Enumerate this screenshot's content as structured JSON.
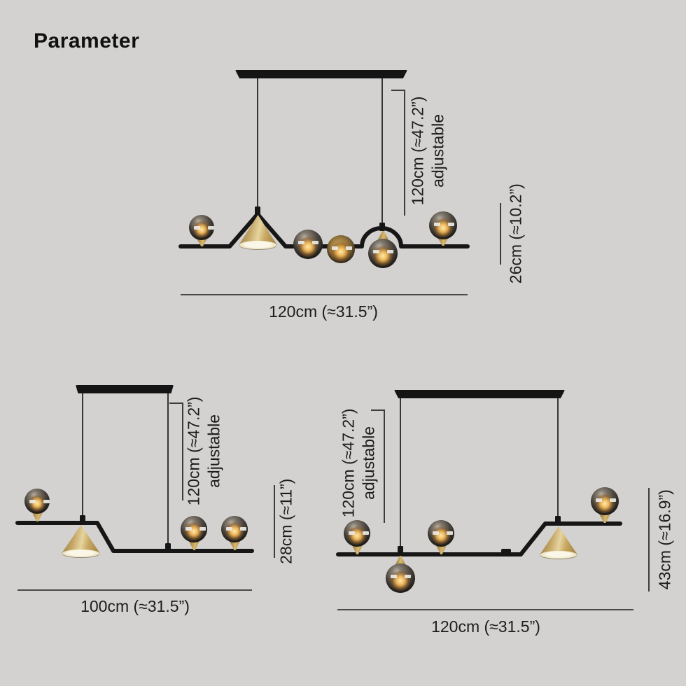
{
  "title": "Parameter",
  "figures": [
    {
      "name": "linear-pendant-7-heads",
      "drop_label": {
        "line1": "120cm (≈47.2”)",
        "line2": "adjustable"
      },
      "height_label": "26cm (≈10.2”)",
      "width_label": "120cm (≈31.5”)"
    },
    {
      "name": "linear-pendant-4-heads",
      "drop_label": {
        "line1": "120cm (≈47.2”)",
        "line2": "adjustable"
      },
      "height_label": "28cm (≈11”)",
      "width_label": "100cm (≈31.5”)"
    },
    {
      "name": "linear-pendant-5-heads",
      "drop_label": {
        "line1": "120cm (≈47.2”)",
        "line2": "adjustable"
      },
      "height_label": "43cm (≈16.9”)",
      "width_label": "120cm (≈31.5”)"
    }
  ],
  "colors": {
    "background": "#d3d2d0",
    "metal_black": "#161616",
    "brass_gold": "#c9a55a",
    "glass_smoke": "#4d473f",
    "glow": "#ecb659",
    "dimension_line": "#3d3d3d",
    "text": "#1c1c1c"
  }
}
